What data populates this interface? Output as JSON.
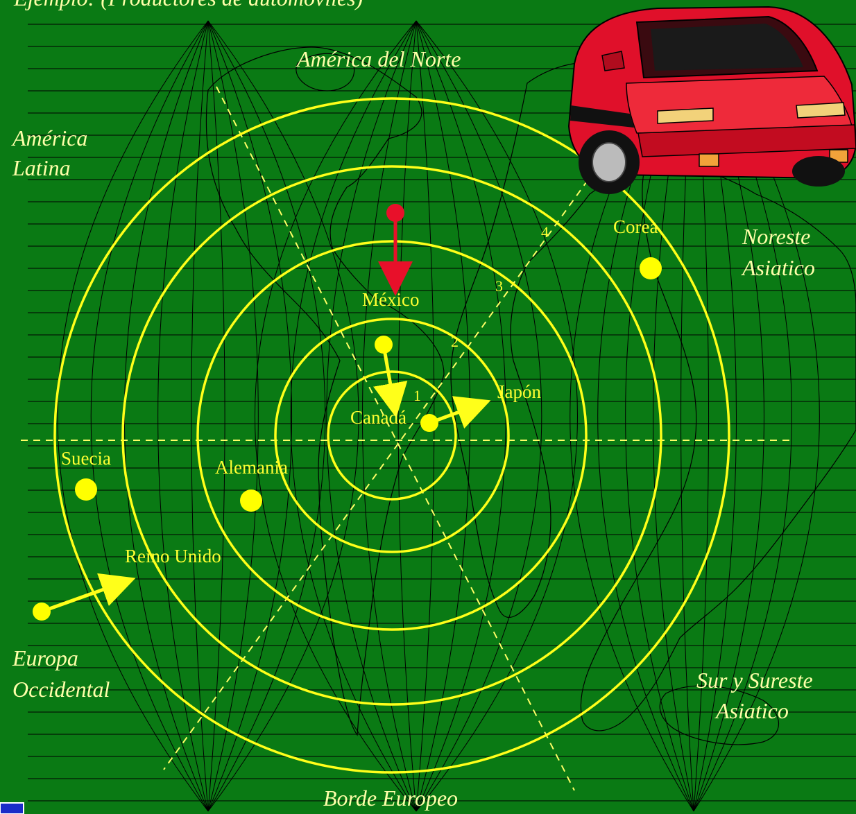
{
  "header": {
    "partial_title": "Ejemplo: (Productores de automóviles)"
  },
  "regions": {
    "north_america": "América del Norte",
    "latin_america": [
      "América",
      "Latina"
    ],
    "northeast_asia": [
      "Noreste",
      "Asiatico"
    ],
    "western_europe": [
      "Europa",
      "Occidental"
    ],
    "south_southeast_asia": [
      "Sur y Sureste",
      "Asiatico"
    ],
    "european_border": "Borde Europeo"
  },
  "countries": {
    "mexico": "México",
    "canada": "Canadá",
    "japan": "Japón",
    "korea": "Corea",
    "sweden": "Suecia",
    "germany": "Alemania",
    "uk": "Reino Unido"
  },
  "rings": [
    "1",
    "2",
    "3",
    "4"
  ],
  "colors": {
    "background": "#0a7a14",
    "rings": "#ffff1a",
    "marker": "#ffff00",
    "mexico_marker": "#e8102a",
    "car_body": "#e0102a"
  },
  "icons": {
    "car": "red-sports-car-icon",
    "arrow": "arrow-icon",
    "dot": "location-dot-icon"
  }
}
